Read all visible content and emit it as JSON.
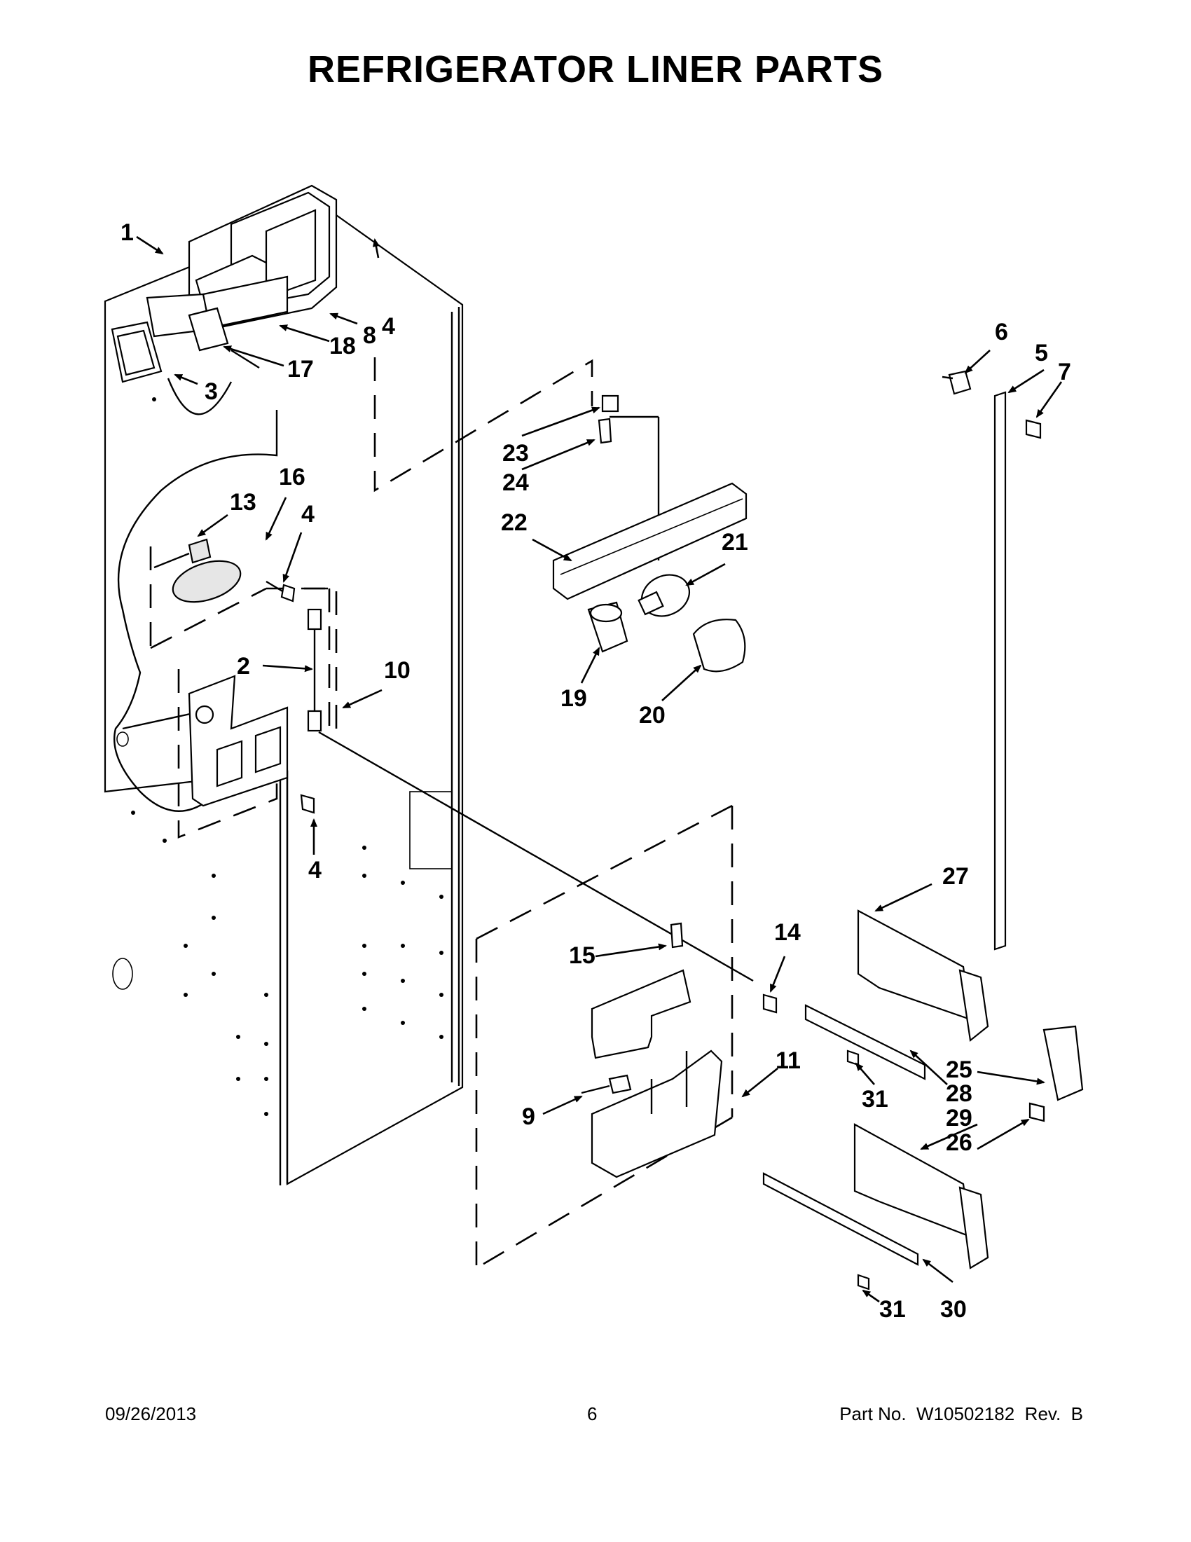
{
  "title": "REFRIGERATOR LINER PARTS",
  "footer": {
    "date": "09/26/2013",
    "page_number": "6",
    "part_number": "Part No.  W10502182  Rev.  B"
  },
  "callouts": [
    "1",
    "2",
    "3",
    "4",
    "4",
    "4",
    "5",
    "6",
    "7",
    "8",
    "9",
    "10",
    "11",
    "13",
    "14",
    "15",
    "16",
    "17",
    "18",
    "19",
    "20",
    "21",
    "22",
    "23",
    "24",
    "25",
    "26",
    "27",
    "28",
    "29",
    "30",
    "31",
    "31"
  ]
}
